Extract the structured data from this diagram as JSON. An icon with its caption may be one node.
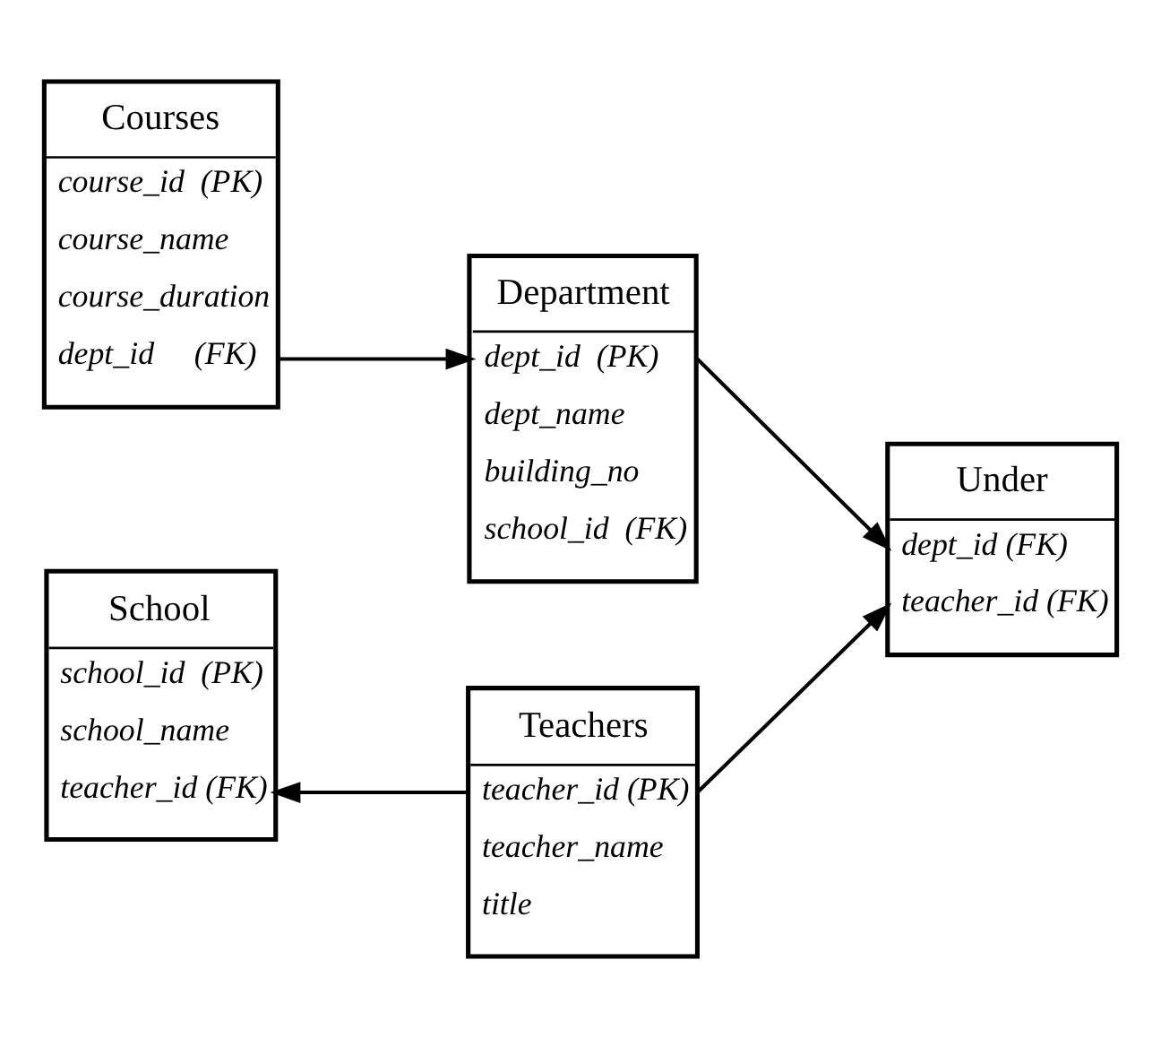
{
  "diagram": {
    "nodes": [
      {
        "text": [
          "Courses",
          "course_id  (PK)",
          "course_name",
          "course_duration",
          "dept_id     (FK)"
        ]
      },
      {
        "text": [
          "Department",
          "dept_id  (PK)",
          "dept_name",
          "building_no",
          "school_id  (FK)"
        ]
      },
      {
        "text": [
          "Under",
          "dept_id (FK)",
          "teacher_id (FK)"
        ]
      },
      {
        "text": [
          "School",
          "school_id  (PK)",
          "school_name",
          "teacher_id (FK)"
        ]
      },
      {
        "text": [
          "Teachers",
          "teacher_id (PK)",
          "teacher_name",
          "title"
        ]
      }
    ],
    "edges": [
      {
        "from": 0,
        "to": 1,
        "arrow": "to"
      },
      {
        "from": 1,
        "to": 2,
        "arrow": "to"
      },
      {
        "from": 4,
        "to": 2,
        "arrow": "to"
      },
      {
        "from": 4,
        "to": 3,
        "arrow": "to"
      }
    ]
  }
}
